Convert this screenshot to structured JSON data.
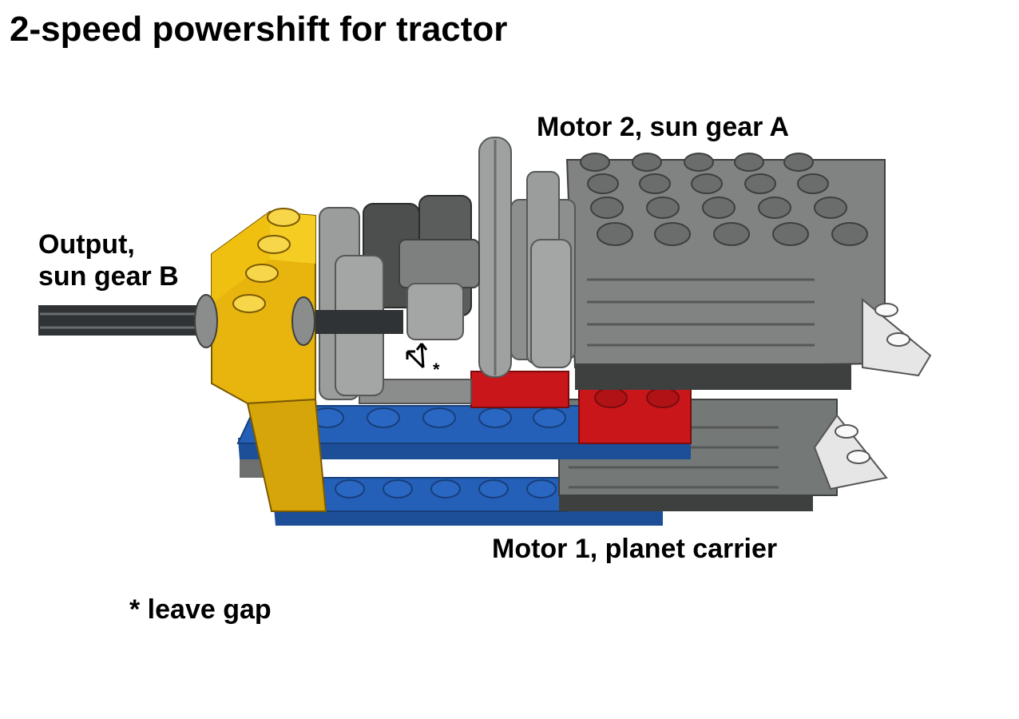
{
  "title": "2-speed powershift for tractor",
  "labels": {
    "motor2": "Motor 2, sun gear A",
    "output_line1": "Output,",
    "output_line2": "sun gear B",
    "motor1": "Motor 1, planet carrier",
    "note": "* leave gap",
    "gap_marker": "*"
  },
  "colors": {
    "motor_gray": "#7d807e",
    "motor_dark": "#4a4c4b",
    "gear_light": "#a3a6a4",
    "gear_dark": "#555857",
    "beam_yellow": "#f0c010",
    "plate_blue": "#1f5db0",
    "plate_red": "#c8161b",
    "plate_white": "#e8e8e8",
    "axle_black": "#303335"
  }
}
